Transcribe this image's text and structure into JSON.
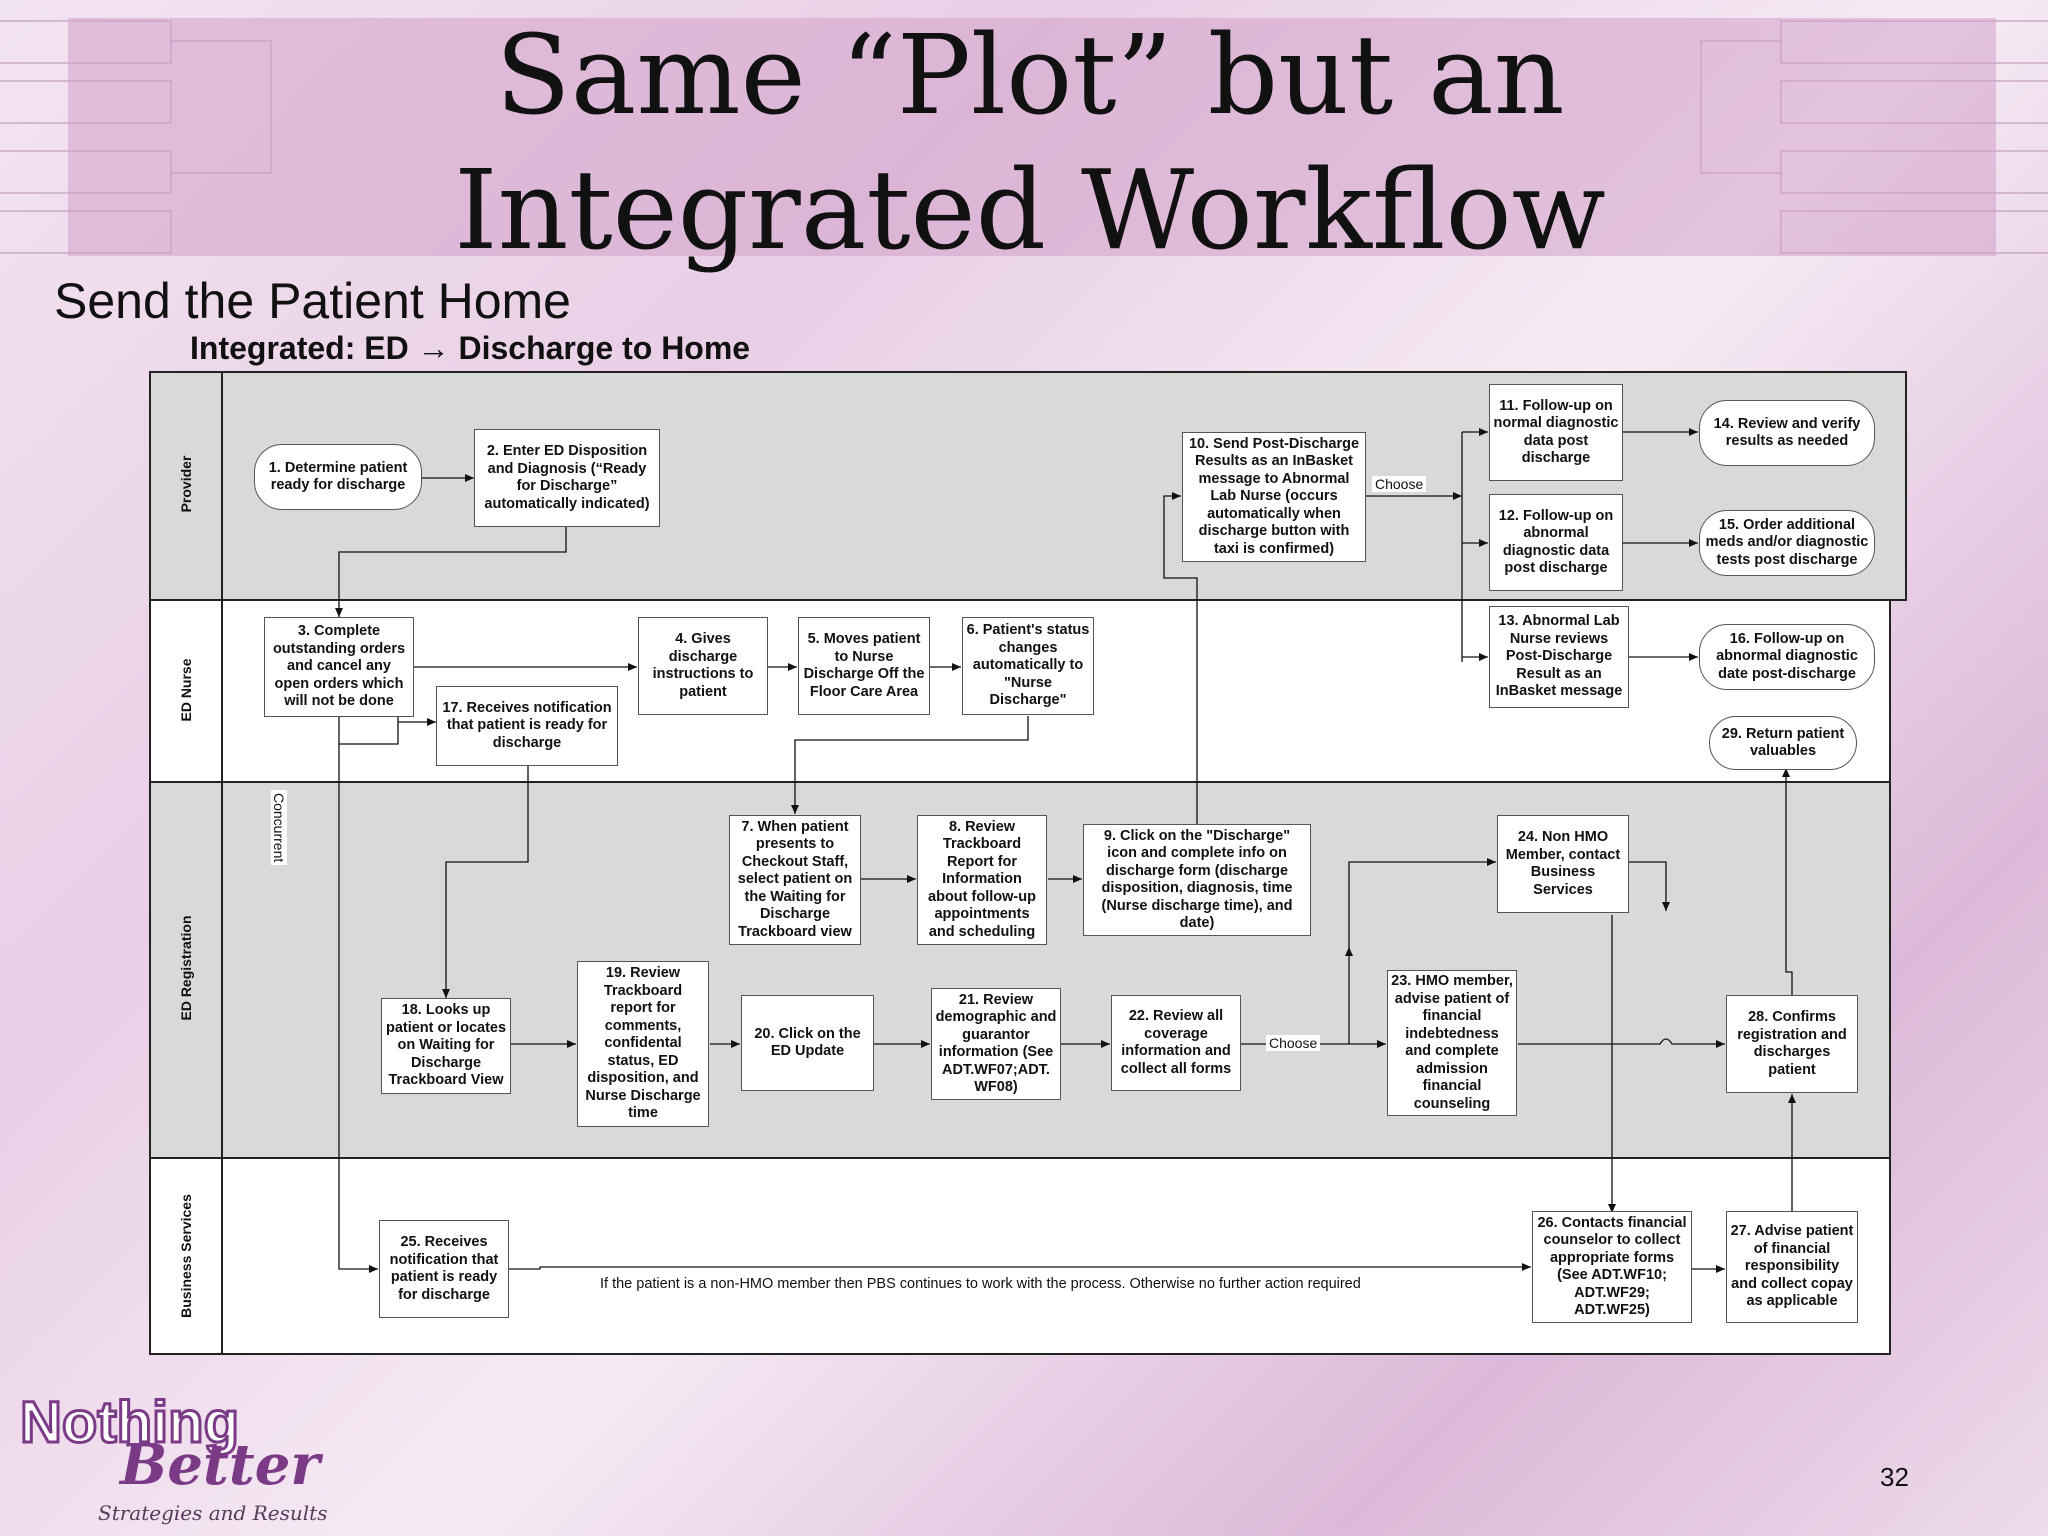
{
  "slide": {
    "title_line1": "Same “Plot” but an",
    "title_line2": "Integrated Workflow",
    "subtitle": "Send the Patient Home",
    "diagram_heading": "Integrated: ED → Discharge to Home",
    "page_number": "32"
  },
  "lanes": {
    "provider": "Provider",
    "ed_nurse": "ED Nurse",
    "ed_registration": "ED Registration",
    "business_services": "Business Services"
  },
  "steps": {
    "s1": "1. Determine patient ready for discharge",
    "s2": "2. Enter ED Disposition and Diagnosis (“Ready for Discharge” automatically indicated)",
    "s3": "3. Complete outstanding orders and cancel any open orders which will not be done",
    "s4": "4. Gives discharge instructions to patient",
    "s5": "5. Moves patient to Nurse Discharge Off the Floor Care Area",
    "s6": "6. Patient's status changes automatically to \"Nurse Discharge\"",
    "s7": "7. When patient presents to Checkout Staff, select patient on the Waiting for Discharge Trackboard view",
    "s8": "8. Review Trackboard Report for Information about follow-up appointments and scheduling",
    "s9": "9. Click on the \"Discharge\" icon and complete info on discharge form (discharge disposition, diagnosis, time (Nurse discharge time), and date)",
    "s10": "10. Send Post-Discharge Results as an InBasket message to Abnormal Lab Nurse (occurs automatically when discharge button with taxi is confirmed)",
    "s11": "11. Follow-up on normal diagnostic data post discharge",
    "s12": "12. Follow-up on abnormal diagnostic data post discharge",
    "s13": "13. Abnormal Lab Nurse reviews Post-Discharge Result as an InBasket message",
    "s14": "14. Review and verify results as needed",
    "s15": "15. Order additional meds and/or diagnostic tests post discharge",
    "s16": "16. Follow-up on abnormal diagnostic date post-discharge",
    "s17": "17. Receives notification that patient is ready for discharge",
    "s18": "18. Looks up patient or locates on Waiting for Discharge Trackboard View",
    "s19": "19. Review Trackboard report for comments, confidental status, ED disposition, and Nurse Discharge time",
    "s20": "20. Click on the ED Update",
    "s21": "21. Review demographic and guarantor information (See ADT.WF07;ADT. WF08)",
    "s22": "22. Review all coverage information and collect all forms",
    "s23": "23. HMO member, advise patient of financial indebtedness and complete admission financial counseling",
    "s24": "24. Non HMO Member, contact Business Services",
    "s25": "25. Receives notification that patient is ready for discharge",
    "s26": "26. Contacts financial counselor to collect appropriate forms (See ADT.WF10; ADT.WF29; ADT.WF25)",
    "s27": "27. Advise patient of financial responsibility and collect copay as applicable",
    "s28": "28. Confirms registration and discharges patient",
    "s29": "29. Return patient valuables"
  },
  "labels": {
    "choose_top": "Choose",
    "choose_bottom": "Choose",
    "concurrent": "Concurrent",
    "note": "If the patient is a non-HMO member then PBS continues to work with the process.  Otherwise no further action required"
  },
  "logo": {
    "line1": "Nothing",
    "line2": "Better",
    "tagline": "Strategies and Results"
  },
  "colors": {
    "lane_gray": "#d9d9d9",
    "lane_white": "#ffffff",
    "title_band": "#d2a0c8",
    "logo_purple": "#7a3a86"
  }
}
